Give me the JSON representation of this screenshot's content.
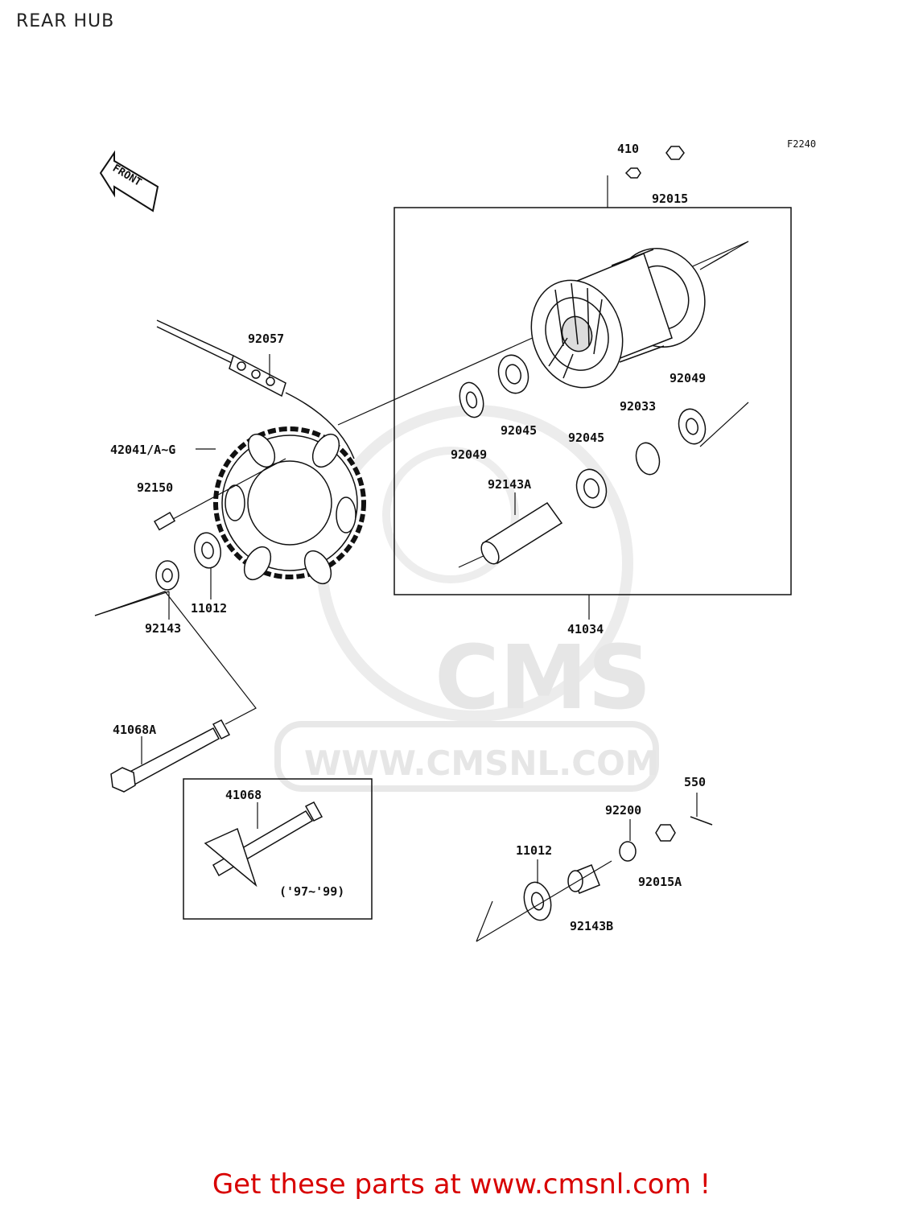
{
  "header": {
    "title": "REAR HUB"
  },
  "figure_code": "F2240",
  "front_label": "FRONT",
  "watermark": {
    "brand": "CMS",
    "url": "WWW.CMSNL.COM"
  },
  "parts": {
    "p410": "410",
    "p92015": "92015",
    "p92057": "92057",
    "p42041": "42041/A~G",
    "p92150": "92150",
    "p11012a": "11012",
    "p92143": "92143",
    "p92049a": "92049",
    "p92045a": "92045",
    "p92045b": "92045",
    "p92143A": "92143A",
    "p92049b": "92049",
    "p92033": "92033",
    "p41034": "41034",
    "p41068A": "41068A",
    "p41068": "41068",
    "p41068_years": "('97~'99)",
    "p550": "550",
    "p92200": "92200",
    "p11012b": "11012",
    "p92015A": "92015A",
    "p92143B": "92143B"
  },
  "footer": {
    "link_text": "Get these parts at www.cmsnl.com !"
  },
  "colors": {
    "line": "#111111",
    "footer_red": "#d80000",
    "watermark": "#e6e6e6"
  }
}
